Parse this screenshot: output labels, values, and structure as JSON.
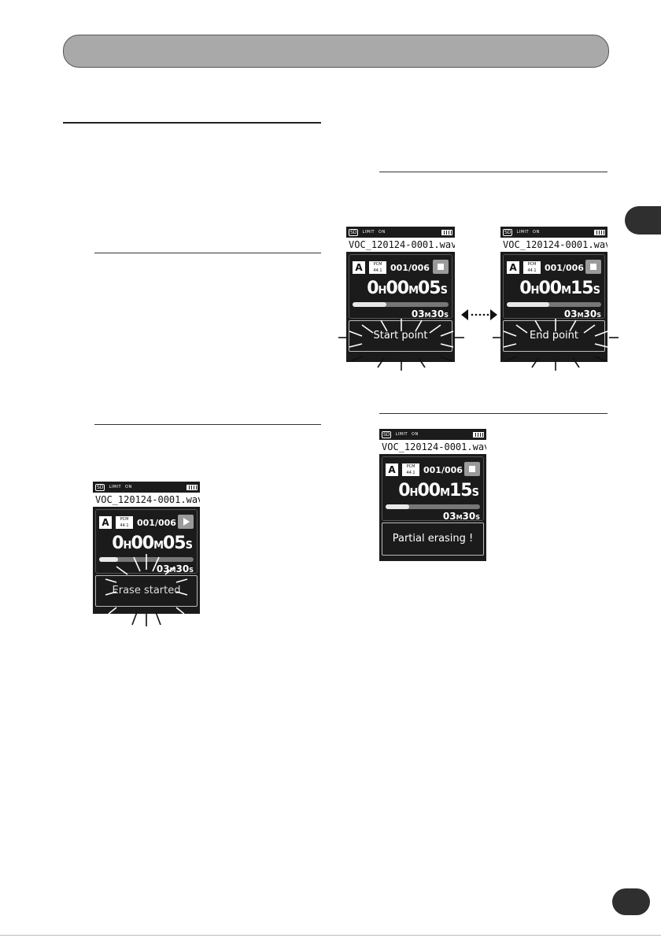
{
  "screens": {
    "start": {
      "filename": "VOC_120124-0001.wav",
      "folder": "A",
      "format": "PCM 44.1",
      "track": "001/006",
      "elapsed_h": "0",
      "elapsed_m": "00",
      "elapsed_s": "05",
      "remaining_m": "03",
      "remaining_s": "30",
      "progress": 0.35,
      "message": "Start point",
      "state": "stop"
    },
    "end": {
      "filename": "VOC_120124-0001.wav",
      "folder": "A",
      "format": "PCM 44.1",
      "track": "001/006",
      "elapsed_h": "0",
      "elapsed_m": "00",
      "elapsed_s": "15",
      "remaining_m": "03",
      "remaining_s": "30",
      "progress": 0.45,
      "message": "End point",
      "state": "stop"
    },
    "erasing": {
      "filename": "VOC_120124-0001.wav",
      "folder": "A",
      "format": "PCM 44.1",
      "track": "001/006",
      "elapsed_h": "0",
      "elapsed_m": "00",
      "elapsed_s": "15",
      "remaining_m": "03",
      "remaining_s": "30",
      "progress": 0.25,
      "message": "Partial erasing !",
      "state": "stop"
    },
    "erase_started": {
      "filename": "VOC_120124-0001.wav",
      "folder": "A",
      "format": "PCM 44.1",
      "track": "001/006",
      "elapsed_h": "0",
      "elapsed_m": "00",
      "elapsed_s": "05",
      "remaining_m": "03",
      "remaining_s": "30",
      "progress": 0.2,
      "message": "Erase started",
      "state": "play"
    }
  },
  "units": {
    "h": "H",
    "m": "M",
    "s": "S",
    "rem_m": "M",
    "rem_s": "S"
  },
  "status": {
    "sd": "SD",
    "limit": "LIMIT",
    "on": "ON"
  },
  "colors": {
    "header": "#a9a9a9",
    "screen": "#1b1b1b",
    "tab": "#2f2f2f"
  }
}
